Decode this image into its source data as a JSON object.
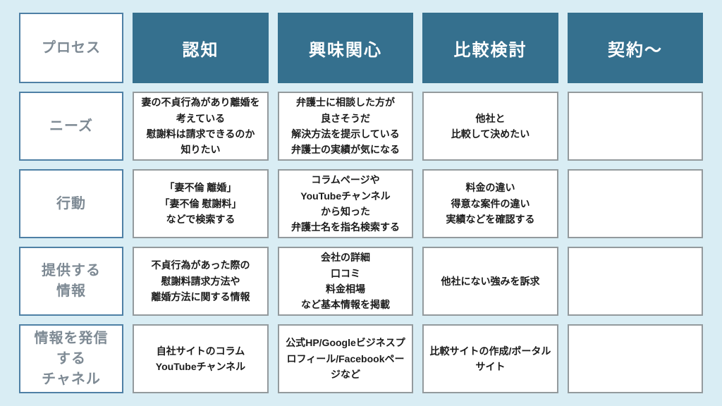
{
  "colors": {
    "background": "#d9edf4",
    "stage_header_bg": "#35708e",
    "stage_header_text": "#ffffff",
    "label_border": "#4e80a5",
    "label_text": "#7e8a94",
    "cell_border": "#939a9d",
    "cell_text": "#1b1b1b"
  },
  "table": {
    "process_header": "プロセス",
    "stages": [
      "認知",
      "興味関心",
      "比較検討",
      "契約〜"
    ],
    "rows": [
      {
        "label": "ニーズ",
        "cells": [
          "妻の不貞行為があり離婚を\n考えている\n慰謝料は請求できるのか\n知りたい",
          "弁護士に相談した方が\n良さそうだ\n解決方法を提示している\n弁護士の実績が気になる",
          "他社と\n比較して決めたい",
          ""
        ]
      },
      {
        "label": "行動",
        "cells": [
          "「妻不倫 離婚」\n「妻不倫 慰謝料」\nなどで検索する",
          "コラムページや\nYouTubeチャンネル\nから知った\n弁護士名を指名検索する",
          "料金の違い\n得意な案件の違い\n実績などを確認する",
          ""
        ]
      },
      {
        "label": "提供する\n情報",
        "cells": [
          "不貞行為があった際の\n慰謝料請求方法や\n離婚方法に関する情報",
          "会社の詳細\n口コミ\n料金相場\nなど基本情報を掲載",
          "他社にない強みを訴求",
          ""
        ]
      },
      {
        "label": "情報を発信\nする\nチャネル",
        "cells": [
          "自社サイトのコラム\nYouTubeチャンネル",
          "公式HP/Googleビジネスプ\nロフィール/Facebookペー\nジなど",
          "比較サイトの作成/ポータル\nサイト",
          ""
        ]
      }
    ]
  }
}
